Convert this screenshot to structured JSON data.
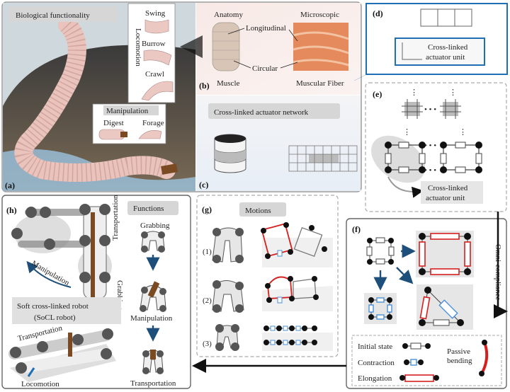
{
  "panel_a": {
    "letter": "(a)",
    "title": "Biological functionality",
    "locomotion_label": "Locomotion",
    "locomotion_items": [
      "Swing",
      "Burrow",
      "Crawl"
    ],
    "manipulation_label": "Manipulation",
    "manipulation_items": [
      "Digest",
      "Forage"
    ]
  },
  "panel_b": {
    "letter": "(b)",
    "anatomy": "Anatomy",
    "microscopic": "Microscopic",
    "longitudinal": "Longitudinal",
    "circular": "Circular",
    "muscle": "Muscle",
    "fiber": "Muscular Fiber"
  },
  "panel_c": {
    "letter": "(c)",
    "title": "Cross-linked actuator network"
  },
  "panel_d": {
    "letter": "(d)",
    "unit_line1": "Cross-linked",
    "unit_line2": "actuator unit"
  },
  "panel_e": {
    "letter": "(e)",
    "unit_line1": "Cross-linked",
    "unit_line2": "actuator unit"
  },
  "panel_f": {
    "letter": "(f)",
    "side_label": "Omni-compliance",
    "legend": {
      "initial": "Initial state",
      "contraction": "Contraction",
      "elongation": "Elongation",
      "passive_line1": "Passive",
      "passive_line2": "bending"
    }
  },
  "panel_g": {
    "letter": "(g)",
    "title": "Motions",
    "rows": [
      "(1)",
      "(2)",
      "(3)"
    ]
  },
  "panel_h": {
    "letter": "(h)",
    "functions_title": "Functions",
    "steps": [
      "Grabbing",
      "Manipulation",
      "Transportation"
    ],
    "robot_line1": "Soft cross-linked robot",
    "robot_line2": "(SoCL robot)",
    "labels": {
      "transportation_top": "Transportation",
      "grabbing": "Grabbing",
      "manipulation": "Manipulation",
      "transportation_bottom": "Transportation",
      "locomotion": "Locomotion"
    }
  },
  "colors": {
    "accent_blue": "#1f6fb5",
    "dark_blue_arrow": "#1e4f7a",
    "elongation_red": "#d62020",
    "contraction_blue": "#4a90d9",
    "panel_gray": "#e6e6e6",
    "worm_pink": "#ecc8c2"
  }
}
